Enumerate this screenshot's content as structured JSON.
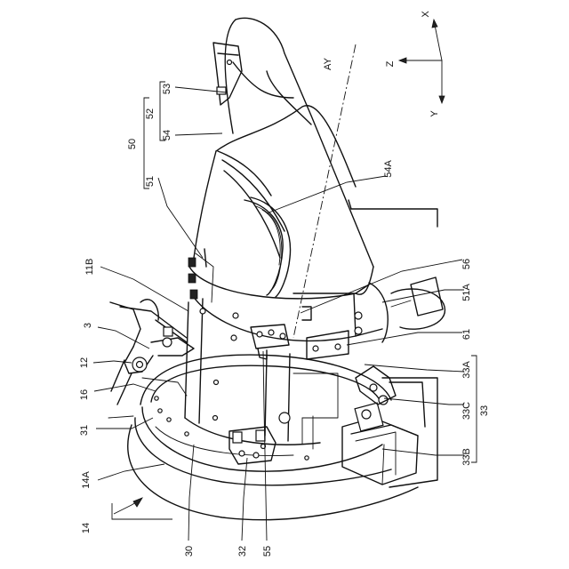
{
  "axes": {
    "x": "X",
    "y": "Y",
    "z": "Z",
    "ay": "AY"
  },
  "labels": {
    "l50": "50",
    "l51": "51",
    "l52": "52",
    "l53": "53",
    "l54": "54",
    "l54A": "54A",
    "l56": "56",
    "l51A": "51A",
    "l61": "61",
    "l11B": "11B",
    "l3": "3",
    "l12": "12",
    "l16": "16",
    "l31": "31",
    "l14A": "14A",
    "l14": "14",
    "l30": "30",
    "l32": "32",
    "l55": "55",
    "l33A": "33A",
    "l33B": "33B",
    "l33C": "33C",
    "l33": "33"
  }
}
